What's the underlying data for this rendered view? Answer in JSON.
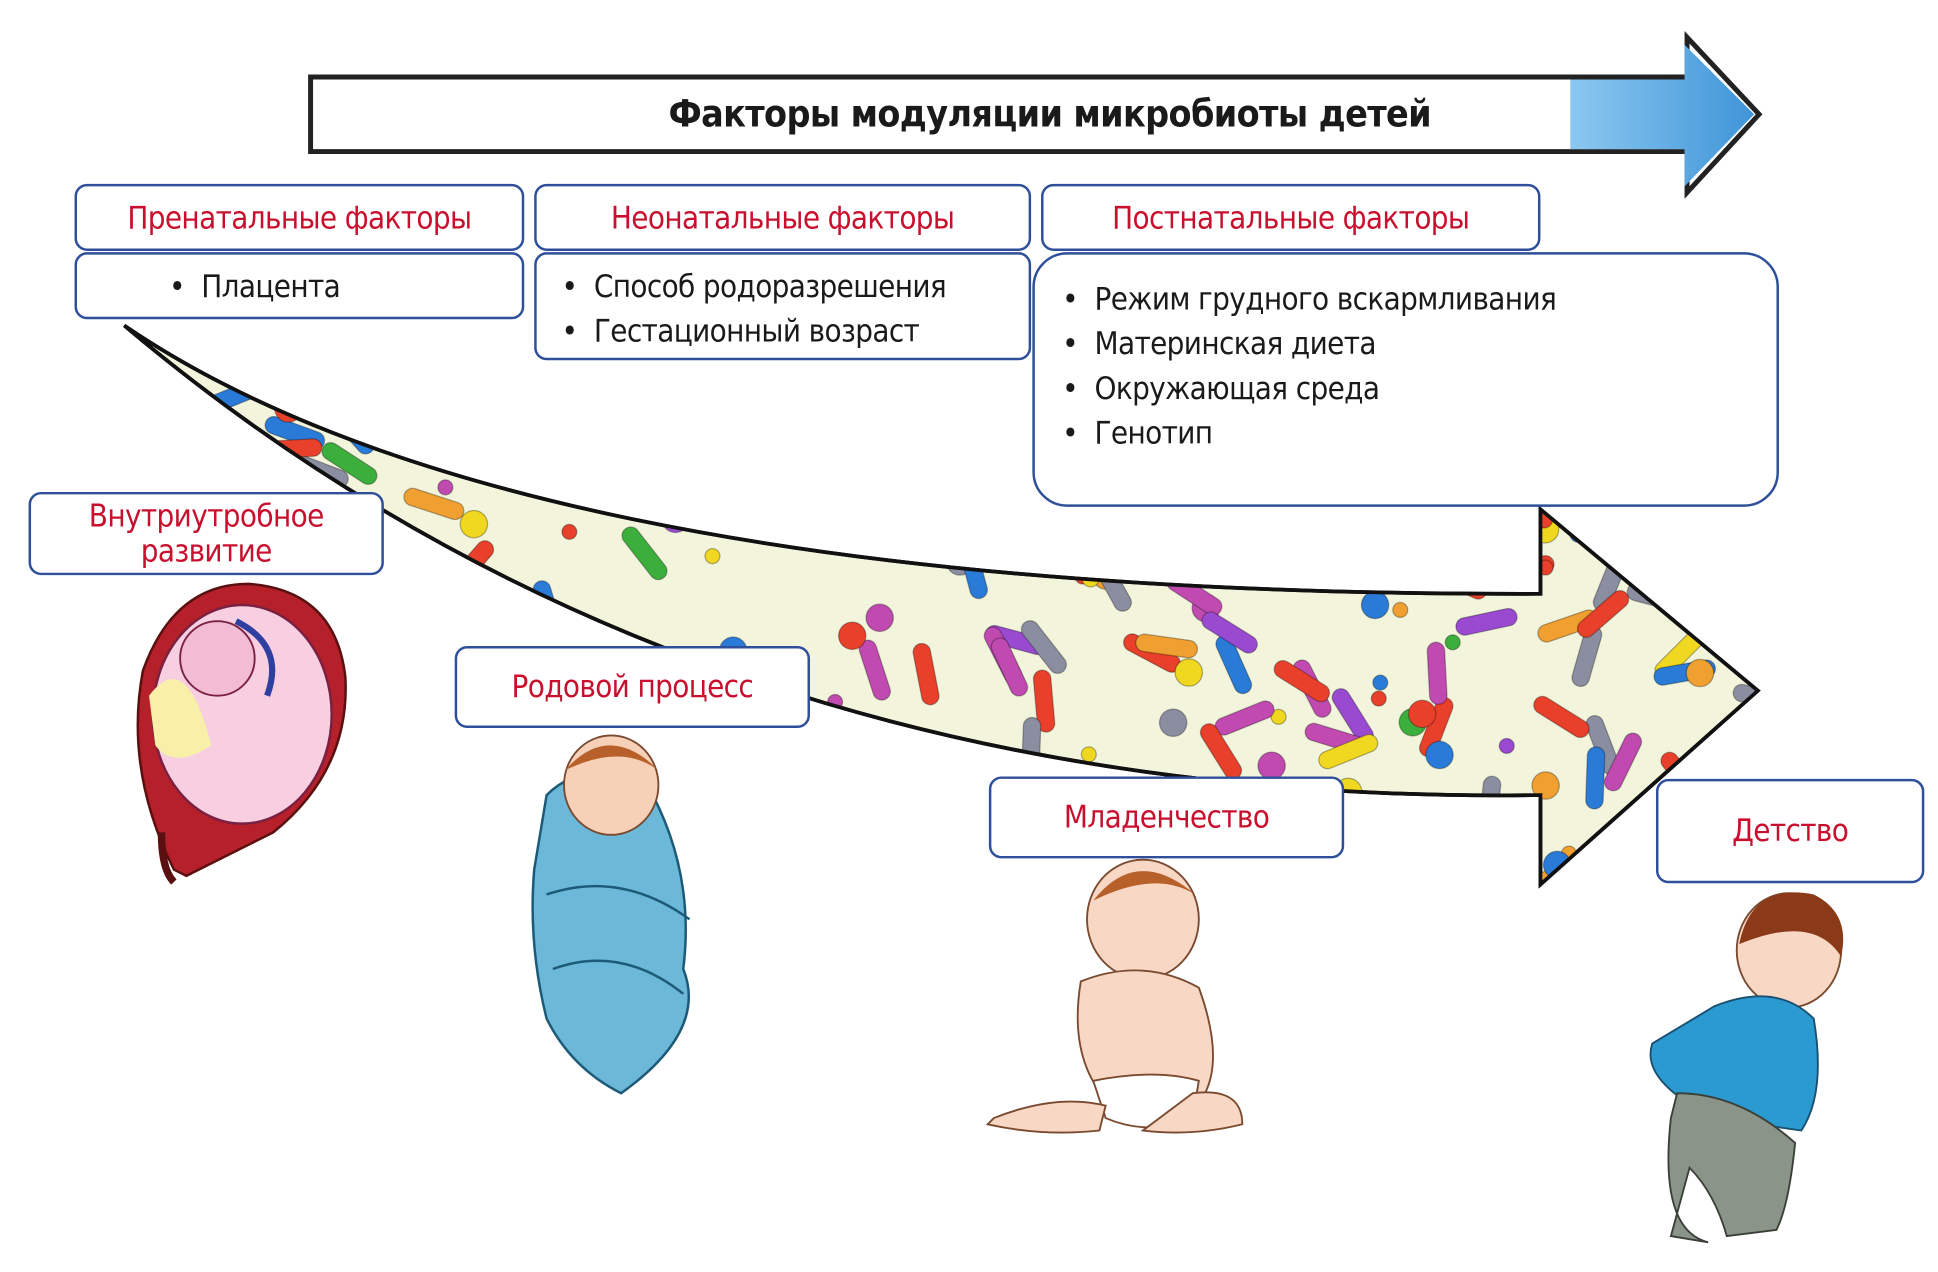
{
  "title": "Факторы модуляции микробиоты детей",
  "colors": {
    "accent_blue": "#5aaee6",
    "label_red": "#c8102e",
    "border_blue": "#2f4f9a"
  },
  "factor_groups": [
    {
      "header": "Пренатальные факторы",
      "items": [
        "Плацента"
      ]
    },
    {
      "header": "Неонатальные факторы",
      "items": [
        "Способ родоразрешения",
        "Гестационный возраст"
      ]
    },
    {
      "header": "Постнатальные факторы",
      "items": [
        "Режим грудного вскармливания",
        "Материнская диета",
        "Окружающая среда",
        "Генотип"
      ]
    }
  ],
  "stages": [
    "Внутриутробное развитие",
    "Родовой процесс",
    "Младенчество",
    "Детство"
  ]
}
